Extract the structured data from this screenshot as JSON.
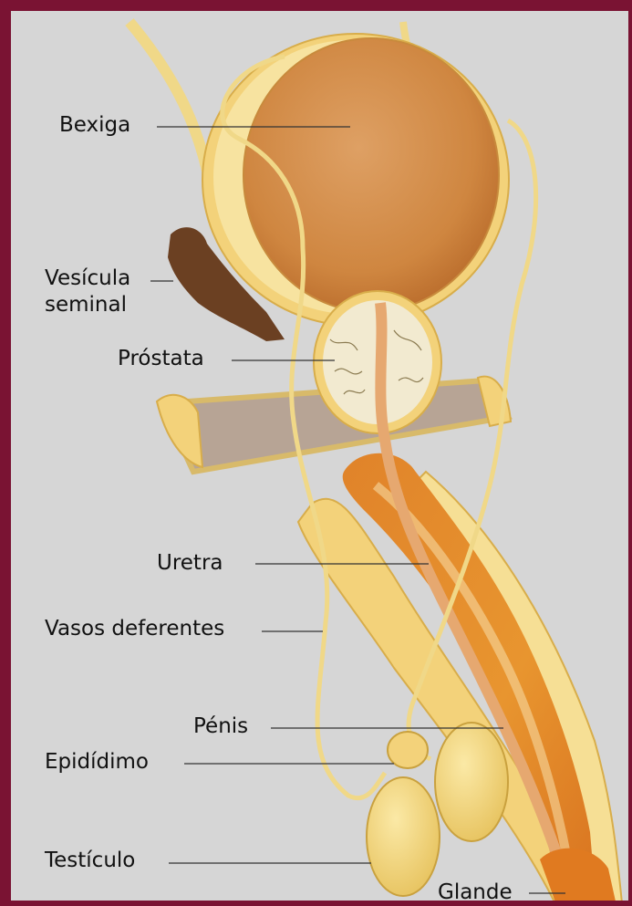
{
  "labels": {
    "bexiga": "Bexiga",
    "vesicula_line1": "Vesícula",
    "vesicula_line2": "seminal",
    "prostata": "Próstata",
    "uretra": "Uretra",
    "vasos": "Vasos deferentes",
    "penis": "Pénis",
    "epididimo": "Epidídimo",
    "testiculo": "Testículo",
    "glande": "Glande"
  },
  "colors": {
    "background": "#d6d6d6",
    "frame": "#7a1333",
    "bladder": "#d9964a",
    "prostate": "#f2ead0",
    "tissue": "#f3d27a",
    "corpus": "#e08a2c",
    "vesicle": "#6b4022"
  }
}
